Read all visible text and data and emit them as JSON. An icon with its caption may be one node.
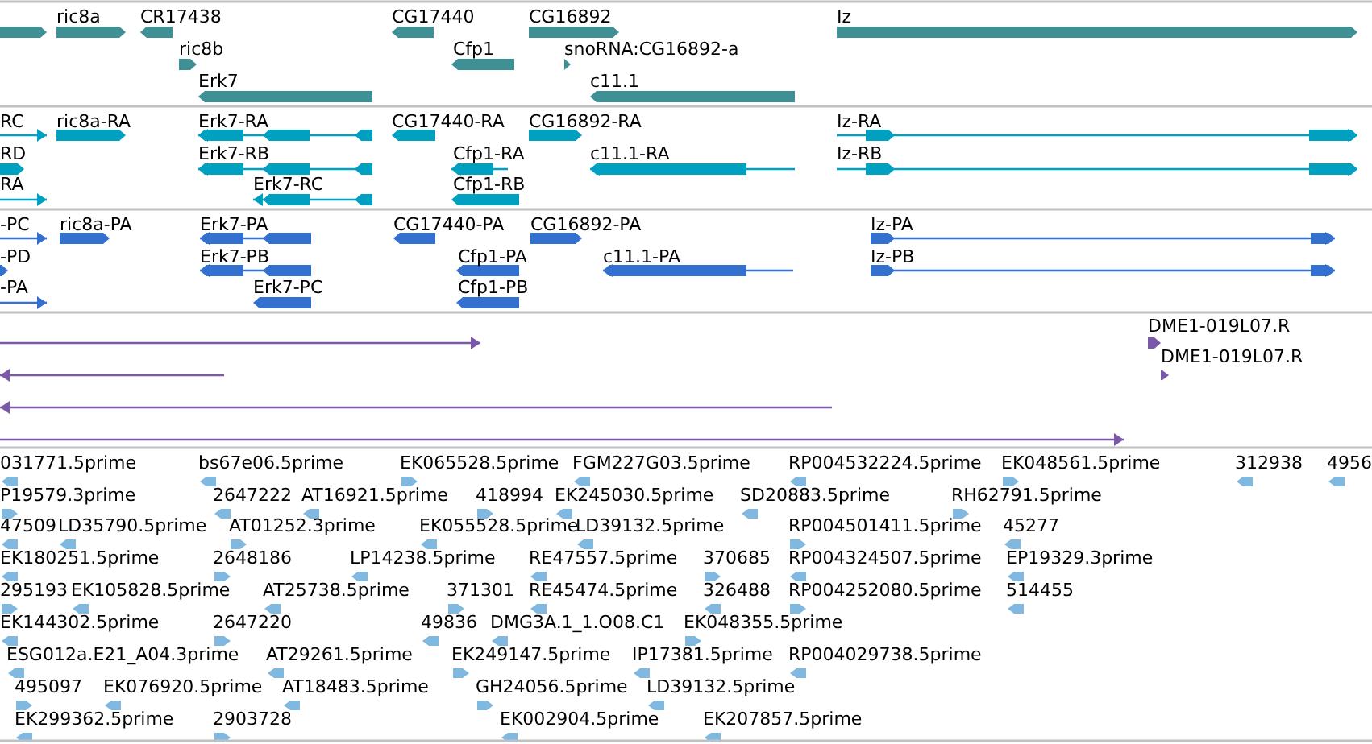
{
  "diagram": {
    "labels": [
      "ric8a",
      "CR17438",
      "CG17440",
      "CG16892",
      "Iz",
      "ric8b",
      "Cfp1",
      "snoRNA:CG16892-a",
      "Erk7",
      "c11.1",
      "RC",
      "ric8a-RA",
      "Erk7-RA",
      "CG17440-RA",
      "CG16892-RA",
      "Iz-RA",
      "RD",
      "Erk7-RB",
      "Cfp1-RA",
      "c11.1-RA",
      "Iz-RB",
      "RA",
      "Erk7-RC",
      "Cfp1-RB",
      "-PC",
      "ric8a-PA",
      "Erk7-PA",
      "CG17440-PA",
      "CG16892-PA",
      "Iz-PA",
      "-PD",
      "Erk7-PB",
      "Cfp1-PA",
      "c11.1-PA",
      "Iz-PB",
      "-PA",
      "Erk7-PC",
      "Cfp1-PB",
      "DME1-019L07.R",
      "DME1-019L07.R",
      "031771.5prime",
      "bs67e06.5prime",
      "EK065528.5prime",
      "FGM227G03.5prime",
      "RP004532224.5prime",
      "EK048561.5prime",
      "312938",
      "4956",
      "P19579.3prime",
      "2647222",
      "AT16921.5prime",
      "418994",
      "EK245030.5prime",
      "SD20883.5prime",
      "RH62791.5prime",
      "47509",
      "LD35790.5prime",
      "AT01252.3prime",
      "EK055528.5prime",
      "LD39132.5prime",
      "RP004501411.5prime",
      "45277",
      "EK180251.5prime",
      "2648186",
      "LP14238.5prime",
      "RE47557.5prime",
      "370685",
      "RP004324507.5prime",
      "EP19329.3prime",
      "295193",
      "EK105828.5prime",
      "AT25738.5prime",
      "371301",
      "RE45474.5prime",
      "326488",
      "RP004252080.5prime",
      "514455",
      "EK144302.5prime",
      "2647220",
      "49836",
      "DMG3A.1_1.O08.C1",
      "EK048355.5prime",
      "ESG012a.E21_A04.3prime",
      "AT29261.5prime",
      "EK249147.5prime",
      "IP17381.5prime",
      "RP004029738.5prime",
      "495097",
      "EK076920.5prime",
      "AT18483.5prime",
      "GH24056.5prime",
      "LD39132.5prime",
      "EK299362.5prime",
      "2903728",
      "EK002904.5prime",
      "EK207857.5prime"
    ]
  }
}
